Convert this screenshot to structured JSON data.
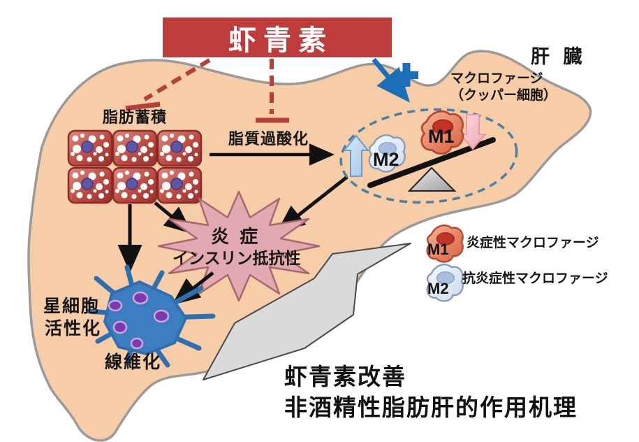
{
  "banner": {
    "label": "虾青素"
  },
  "organ": {
    "label": "肝 臓"
  },
  "macrophage_caption": {
    "line1": "マクロファージ",
    "line2": "（クッパー細胞）"
  },
  "nodes": {
    "fat_accumulation": "脂肪蓄積",
    "lipid_peroxidation": "脂質過酸化",
    "inflammation_line1": "炎 症",
    "inflammation_line2": "インスリン抵抗性",
    "stellate_line1": "星細胞",
    "stellate_line2": "活性化",
    "fibrosis": "線維化"
  },
  "balance": {
    "m1_label": "M1",
    "m2_label": "M2"
  },
  "legend": {
    "items": [
      {
        "key": "M1",
        "label": "炎症性マクロファージ"
      },
      {
        "key": "M2",
        "label": "抗炎症性マクロファージ"
      }
    ]
  },
  "caption": {
    "line1": "虾青素改善",
    "line2": "非酒精性脂肪肝的作用机理"
  },
  "colors": {
    "banner_red": "#be3c3c",
    "liver_peach": "#f6cda7",
    "liver_outline": "#9a9a9a",
    "inhibition_red": "#b3403a",
    "activation_blue": "#1b6fb8",
    "ellipse_dash_blue": "#4a7fa5",
    "m1_cell": "#e0694c",
    "m2_cell": "#dce9f5",
    "starburst_pink": "#e2a9b0",
    "stellate_blue": "#2e6fb0",
    "gray_arrow": "#dadada"
  }
}
